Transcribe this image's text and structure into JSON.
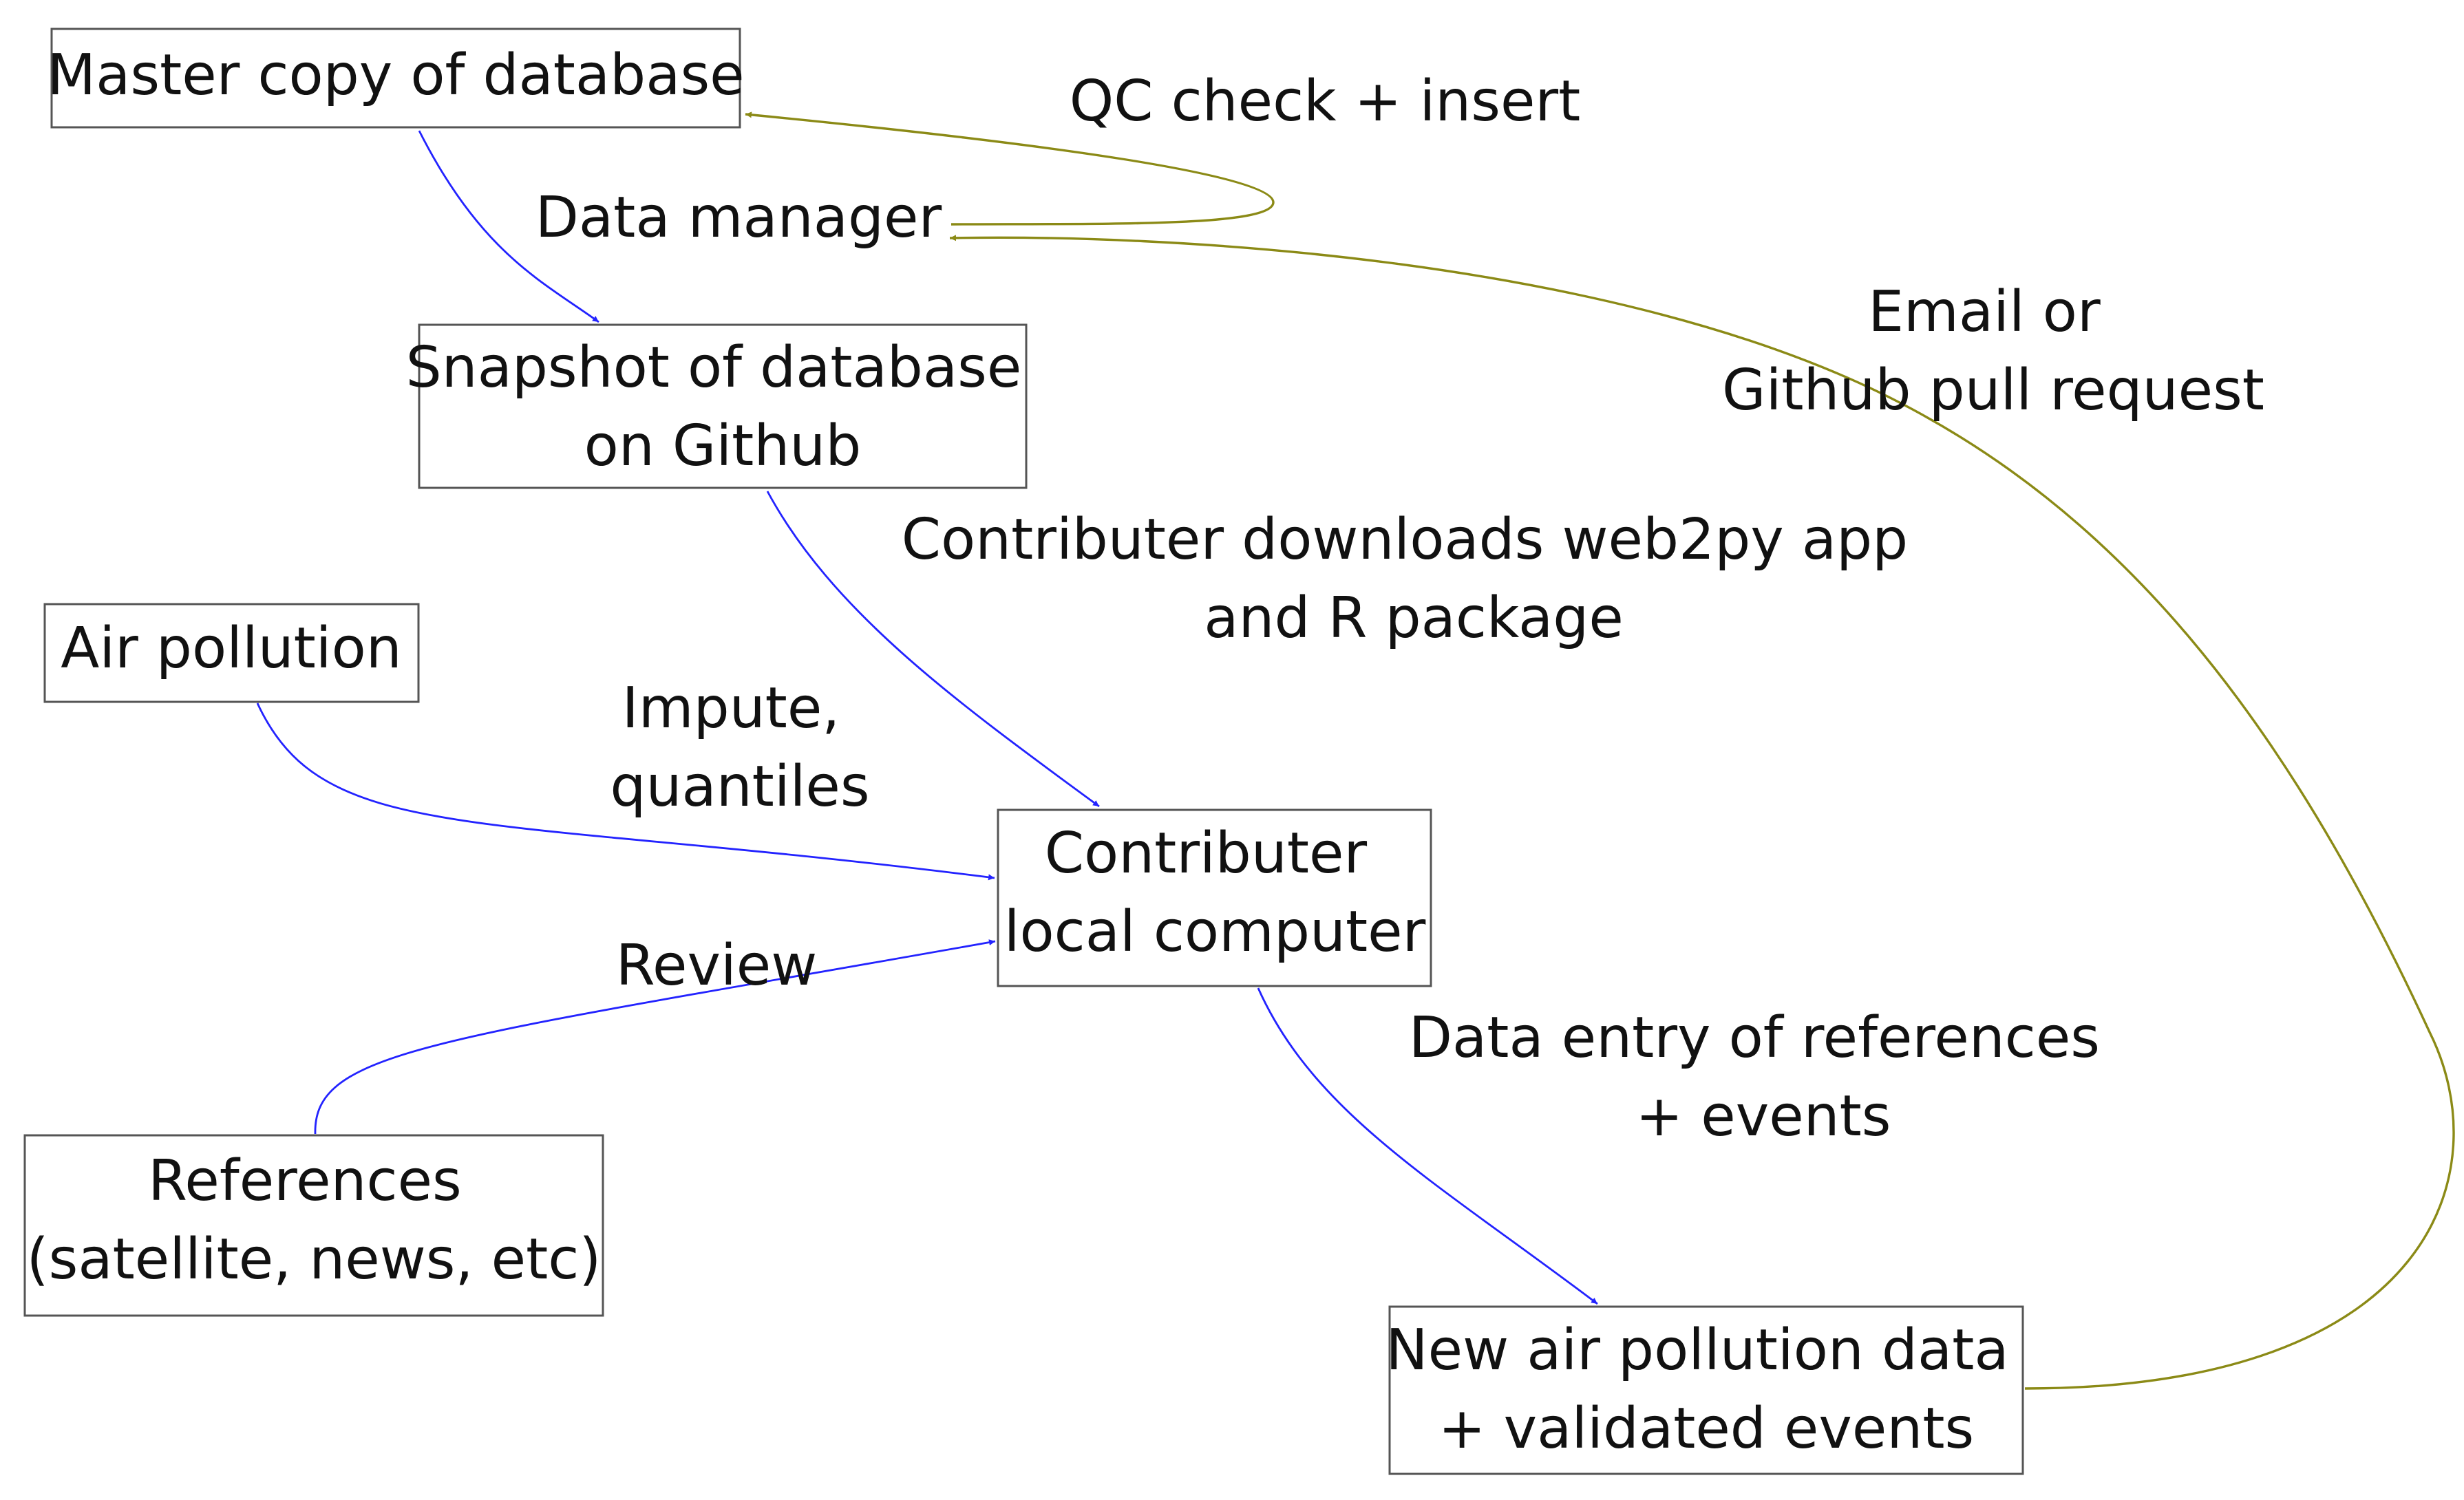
{
  "diagram": {
    "nodes": {
      "master": {
        "lines": [
          "Master copy of database"
        ]
      },
      "snapshot": {
        "lines": [
          "Snapshot of database",
          "on Github"
        ]
      },
      "air": {
        "lines": [
          "Air pollution"
        ]
      },
      "contributer": {
        "lines": [
          "Contributer",
          "local computer"
        ]
      },
      "references": {
        "lines": [
          "References",
          "(satellite, news, etc)"
        ]
      },
      "new_data": {
        "lines": [
          "New air pollution data",
          "+ validated events"
        ]
      }
    },
    "labels": {
      "qc": {
        "lines": [
          "QC check + insert"
        ]
      },
      "data_manager": {
        "lines": [
          "Data manager"
        ]
      },
      "email": {
        "lines": [
          "Email or",
          "Github pull request"
        ]
      },
      "downloads": {
        "lines": [
          "Contributer downloads web2py app",
          "and R package"
        ]
      },
      "impute": {
        "lines": [
          "Impute,",
          "quantiles"
        ]
      },
      "review": {
        "lines": [
          "Review"
        ]
      },
      "data_entry": {
        "lines": [
          "Data entry of references",
          "+ events"
        ]
      }
    },
    "colors": {
      "flow_arrow": "#2323ff",
      "feedback_arrow": "#8b8a16",
      "box_border": "#555555"
    }
  }
}
